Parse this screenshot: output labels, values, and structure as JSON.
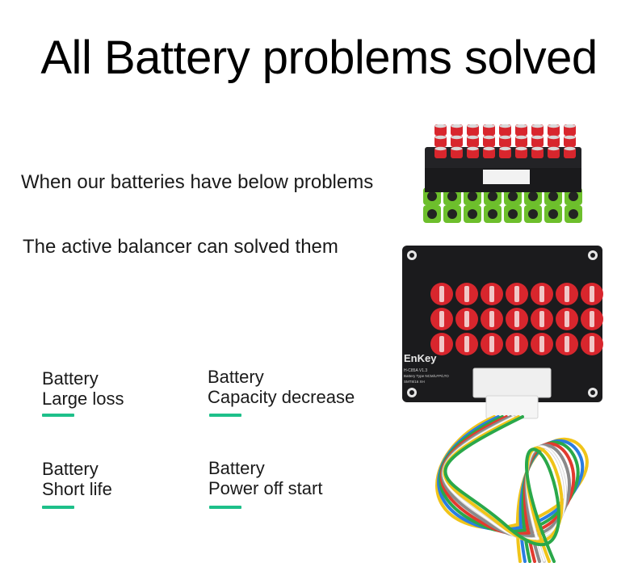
{
  "title": "All Battery problems solved",
  "lines": {
    "problems_intro": "When our batteries have below problems",
    "solution_intro": "The active balancer can solved them"
  },
  "problems": [
    {
      "line1": "Battery",
      "line2": "Large loss"
    },
    {
      "line1": "Battery",
      "line2": "Capacity decrease"
    },
    {
      "line1": "Battery",
      "line2": "Short life"
    },
    {
      "line1": "Battery",
      "line2": "Power off start"
    }
  ],
  "colors": {
    "accent": "#1ec08a",
    "board": "#1b1b1d",
    "capacitor": "#d8262d",
    "cell_green": "#6dbf2c"
  },
  "board": {
    "brand": "EnKey",
    "model": "H-C85A V1.3",
    "type_line": "Battery Type NCM/LFP/LTO",
    "connector_line": "SMT8/16 XH"
  }
}
